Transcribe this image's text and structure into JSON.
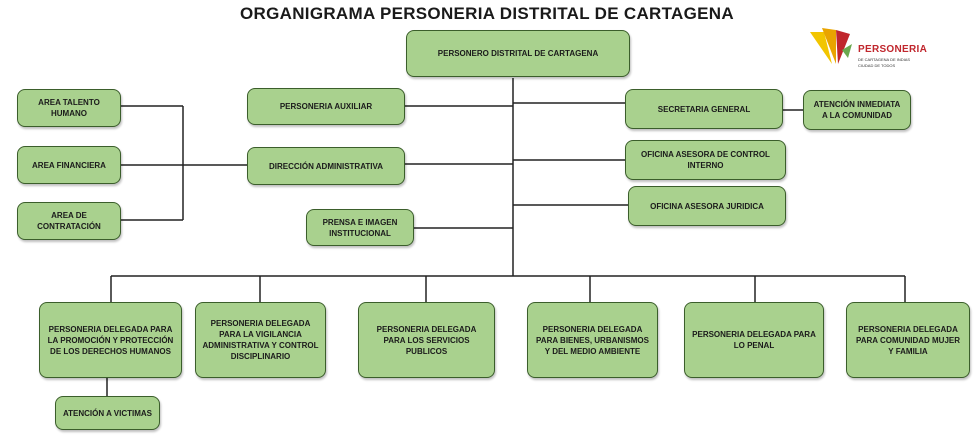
{
  "title": "ORGANIGRAMA PERSONERIA DISTRITAL DE CARTAGENA",
  "logo": {
    "name": "PERSONERIA",
    "subtitle": "DE CARTAGENA DE INDIAS",
    "tagline": "CIUDAD DE TODOS"
  },
  "colors": {
    "box_fill": "#a9d18e",
    "box_border": "#3b5e2b",
    "line": "#222222"
  },
  "boxes": {
    "personero": "PERSONERO DISTRITAL DE CARTAGENA",
    "talento": "AREA TALENTO HUMANO",
    "financiera": "AREA FINANCIERA",
    "contratacion": "AREA DE CONTRATACIÓN",
    "auxiliar": "PERSONERIA AUXILIAR",
    "direccion": "DIRECCIÓN ADMINISTRATIVA",
    "prensa": "PRENSA E IMAGEN INSTITUCIONAL",
    "secretaria": "SECRETARIA GENERAL",
    "atencion_comunidad": "ATENCIÓN INMEDIATA A LA COMUNIDAD",
    "control_interno": "OFICINA ASESORA DE CONTROL INTERNO",
    "juridica": "OFICINA ASESORA JURIDICA",
    "d1": "PERSONERIA DELEGADA PARA LA PROMOCIÓN Y PROTECCIÓN DE LOS DERECHOS HUMANOS",
    "d2": "PERSONERIA DELEGADA PARA LA VIGILANCIA ADMINISTRATIVA Y CONTROL DISCIPLINARIO",
    "d3": "PERSONERIA DELEGADA PARA LOS SERVICIOS PUBLICOS",
    "d4": "PERSONERIA DELEGADA PARA BIENES, URBANISMOS Y DEL MEDIO AMBIENTE",
    "d5": "PERSONERIA DELEGADA PARA LO PENAL",
    "d6": "PERSONERIA DELEGADA PARA COMUNIDAD MUJER Y FAMILIA",
    "victimas": "ATENCIÓN A VICTIMAS"
  }
}
